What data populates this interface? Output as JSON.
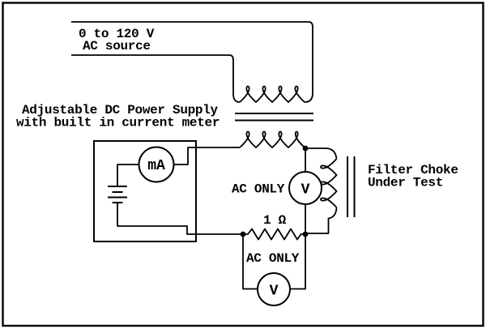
{
  "diagram": {
    "kind": "filter-choke-test-circuit-schematic",
    "colors": {
      "ink": "#000000",
      "paper": "#ffffff"
    },
    "ac_source": {
      "line1": "0 to 120 V",
      "line2": "AC source"
    },
    "power_supply": {
      "caption_line1": "Adjustable DC Power Supply",
      "caption_line2": "with built in current meter",
      "ammeter_label": "mA"
    },
    "choke_voltmeter": {
      "note": "AC ONLY",
      "label": "V"
    },
    "shunt_resistor": {
      "value": "1 Ω"
    },
    "shunt_voltmeter": {
      "note": "AC ONLY",
      "label": "V"
    },
    "filter_choke": {
      "caption_line1": "Filter Choke",
      "caption_line2": "Under Test"
    }
  }
}
